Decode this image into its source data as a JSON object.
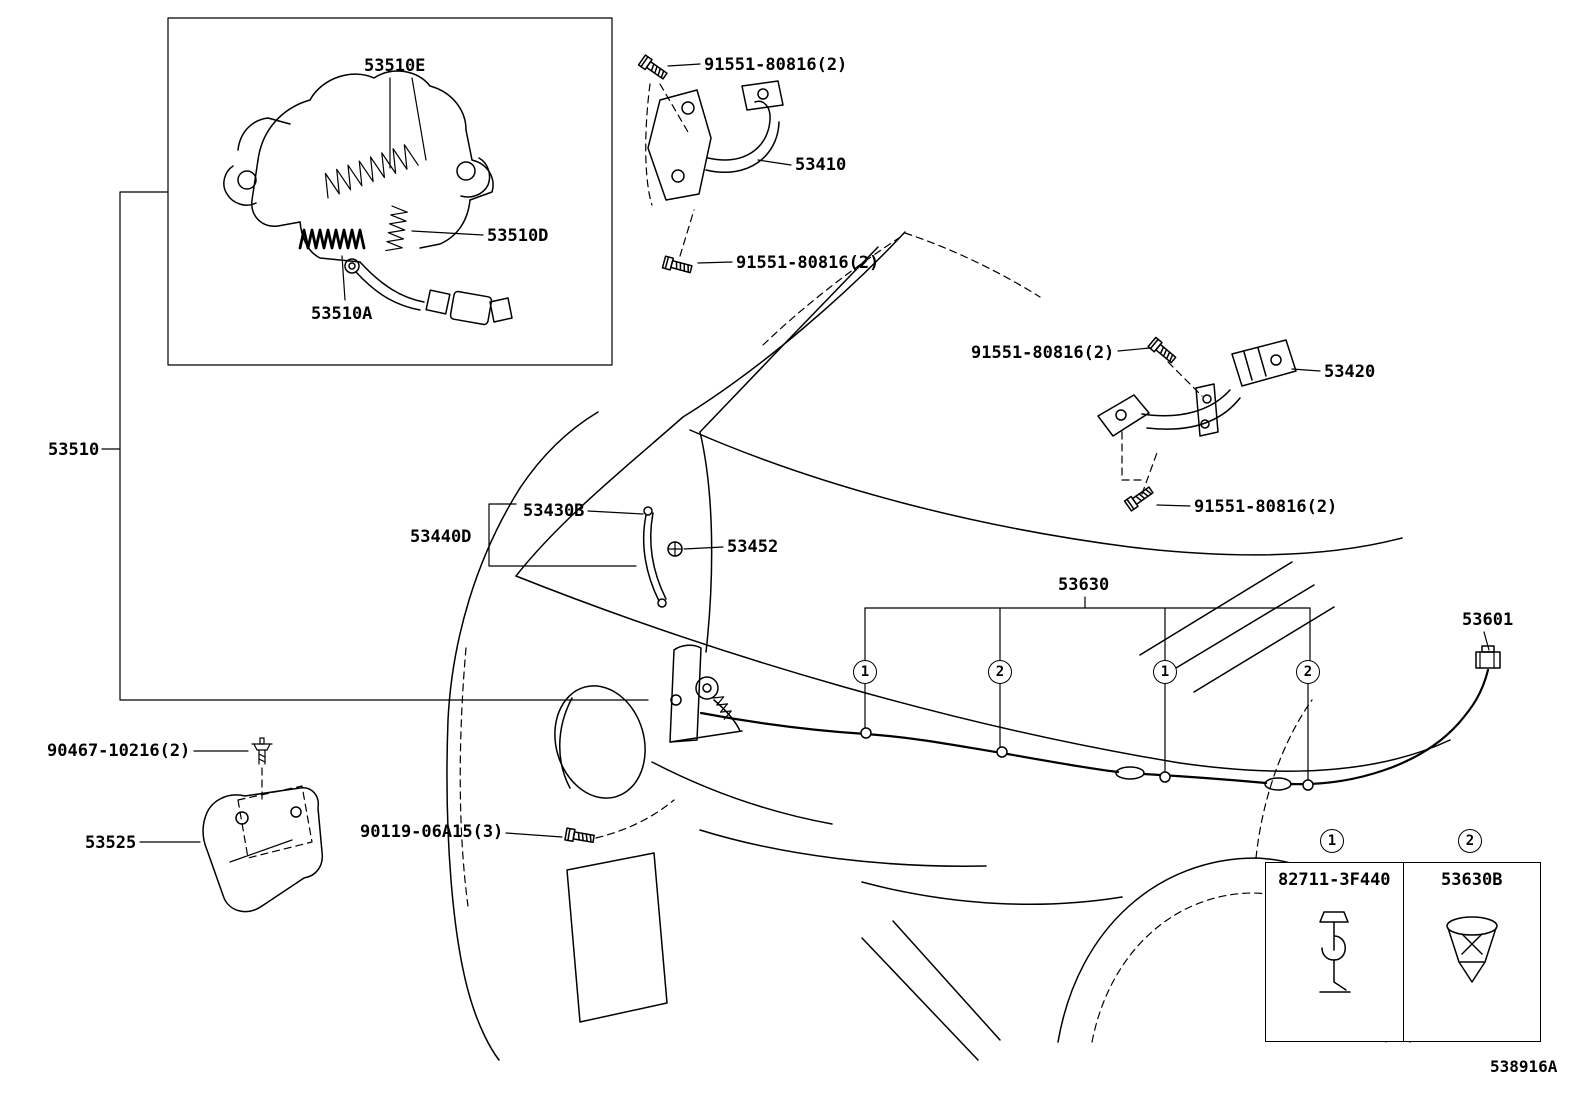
{
  "diagram": {
    "id": "538916A",
    "background_color": "#ffffff",
    "line_color": "#000000",
    "description": "Hood lock and hinge parts diagram"
  },
  "labels": [
    {
      "text": "53510E"
    },
    {
      "text": "91551-80816(2)"
    },
    {
      "text": "53410"
    },
    {
      "text": "53510D"
    },
    {
      "text": "91551-80816(2)"
    },
    {
      "text": "53510A"
    },
    {
      "text": "91551-80816(2)"
    },
    {
      "text": "53420"
    },
    {
      "text": "53510"
    },
    {
      "text": "91551-80816(2)"
    },
    {
      "text": "53430B"
    },
    {
      "text": "53440D"
    },
    {
      "text": "53452"
    },
    {
      "text": "53630"
    },
    {
      "text": "53601"
    },
    {
      "text": "90467-10216(2)"
    },
    {
      "text": "53525"
    },
    {
      "text": "90119-06A15(3)"
    }
  ],
  "callouts": [
    {
      "n": "1"
    },
    {
      "n": "2"
    },
    {
      "n": "1"
    },
    {
      "n": "2"
    }
  ],
  "legend": {
    "items": [
      {
        "callout": "1",
        "part": "82711-3F440"
      },
      {
        "callout": "2",
        "part": "53630B"
      }
    ]
  }
}
